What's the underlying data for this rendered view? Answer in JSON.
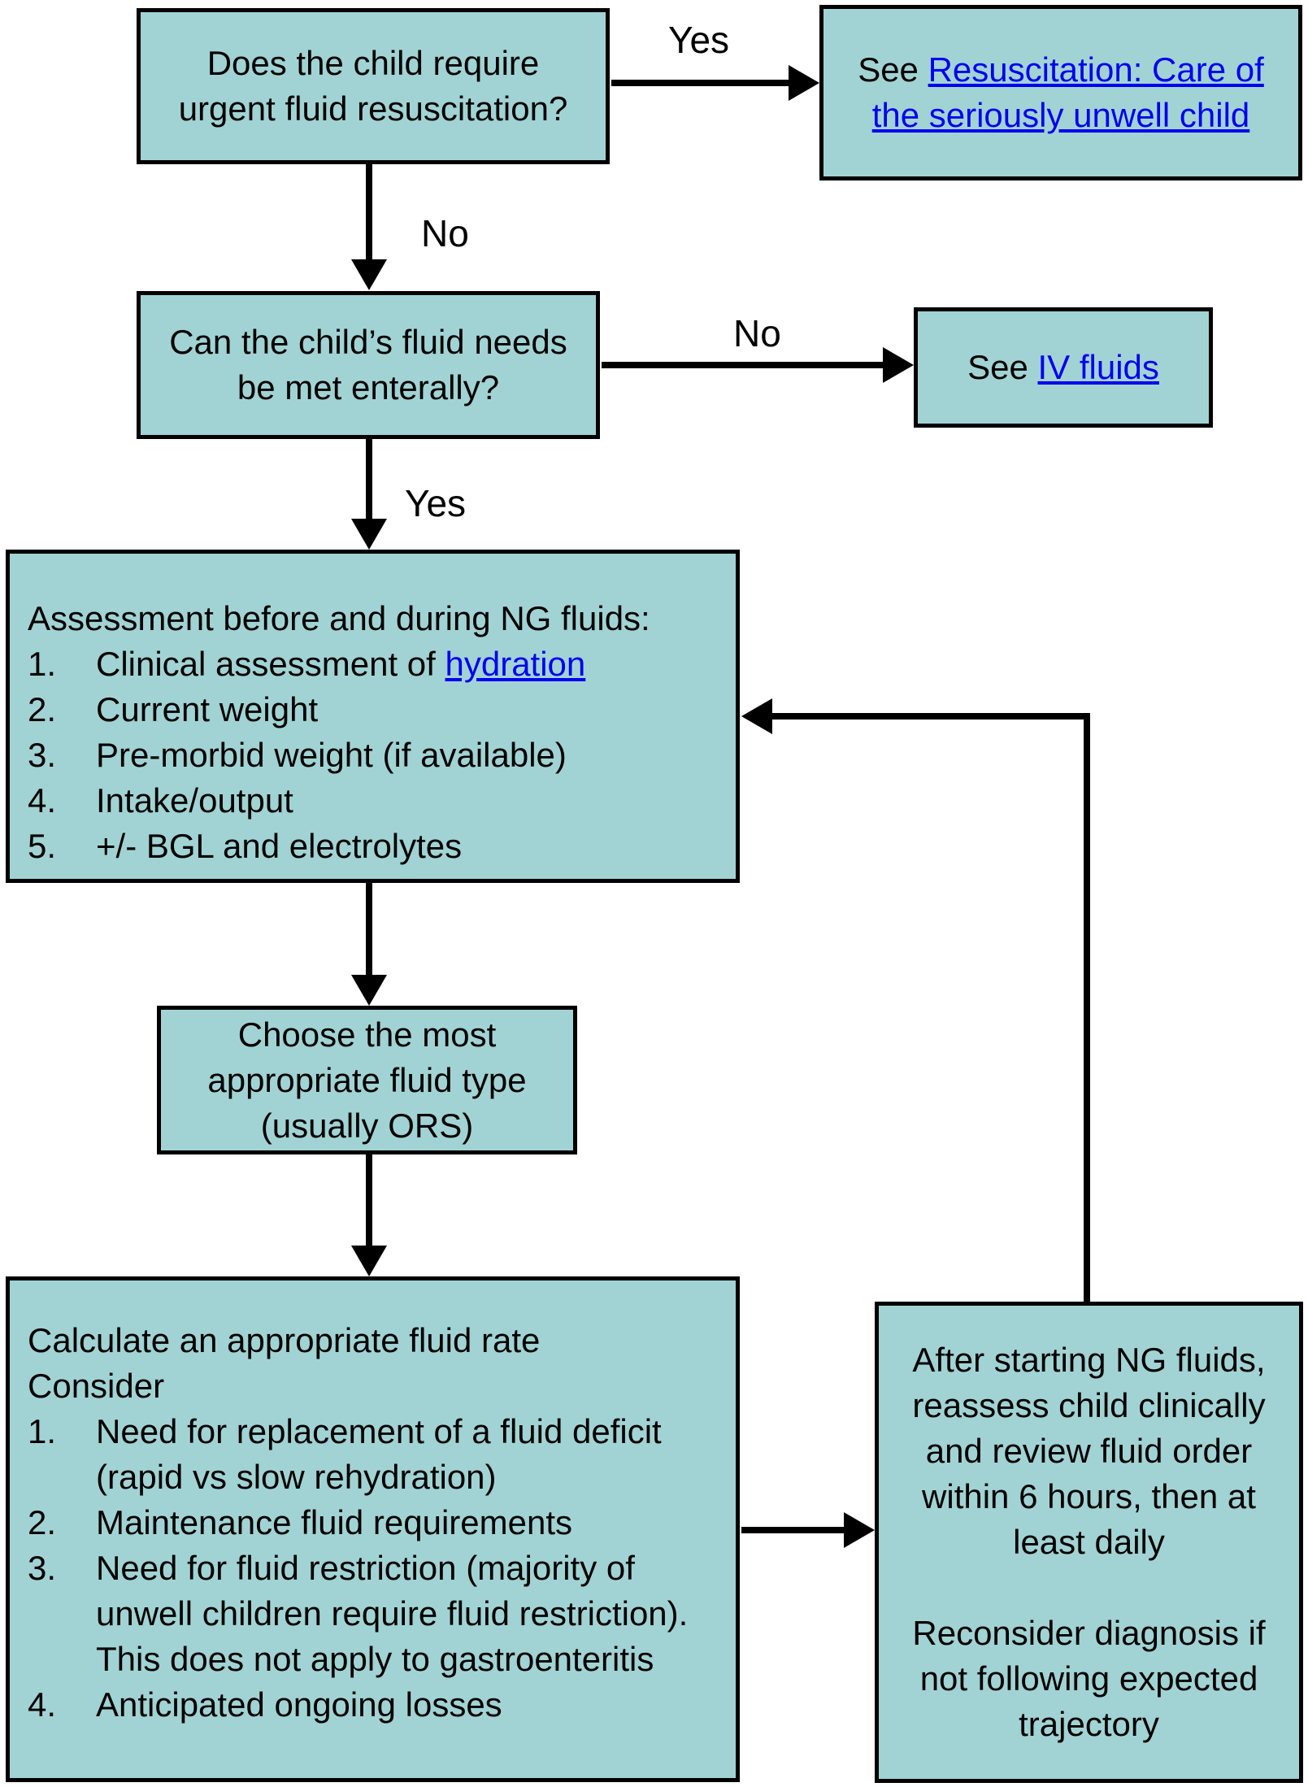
{
  "colors": {
    "box_fill": "#a2d3d4",
    "border": "#000000",
    "link_blue": "#0000ee",
    "text": "#000000"
  },
  "labels": {
    "yes_urgent": "Yes",
    "no_urgent": "No",
    "no_enteral": "No",
    "yes_enteral": "Yes"
  },
  "boxes": {
    "urgent_question": {
      "text": "Does the child require urgent fluid resuscitation?"
    },
    "see_resuscitation": {
      "prefix": "See ",
      "link": "Resuscitation: Care of the seriously unwell child"
    },
    "enteral_question": {
      "text": "Can the child’s fluid needs be met enterally?"
    },
    "see_iv": {
      "prefix": "See ",
      "link": "IV fluids"
    },
    "assessment": {
      "heading": "Assessment before and during NG fluids:",
      "items": [
        {
          "num": "1.",
          "text": "Clinical assessment of ",
          "link": "hydration"
        },
        {
          "num": "2.",
          "text": "Current weight"
        },
        {
          "num": "3.",
          "text": "Pre-morbid weight (if available)"
        },
        {
          "num": "4.",
          "text": "Intake/output"
        },
        {
          "num": "5.",
          "text": "+/- BGL and electrolytes"
        }
      ]
    },
    "choose_fluid": {
      "text": "Choose the most appropriate fluid type (usually ORS)"
    },
    "calculate_rate": {
      "heading1": "Calculate an appropriate fluid rate",
      "heading2": "Consider",
      "items": [
        {
          "num": "1.",
          "text": "Need for replacement of a fluid deficit (rapid vs slow rehydration)"
        },
        {
          "num": "2.",
          "text": "Maintenance fluid requirements"
        },
        {
          "num": "3.",
          "text": "Need for fluid restriction (majority of unwell children require fluid restriction). This does not apply to gastroenteritis"
        },
        {
          "num": "4.",
          "text": "Anticipated ongoing losses"
        }
      ]
    },
    "reassess": {
      "para1": "After starting NG fluids, reassess child clinically and review fluid order within 6 hours, then at least daily",
      "para2": "Reconsider diagnosis if not following expected trajectory"
    }
  }
}
